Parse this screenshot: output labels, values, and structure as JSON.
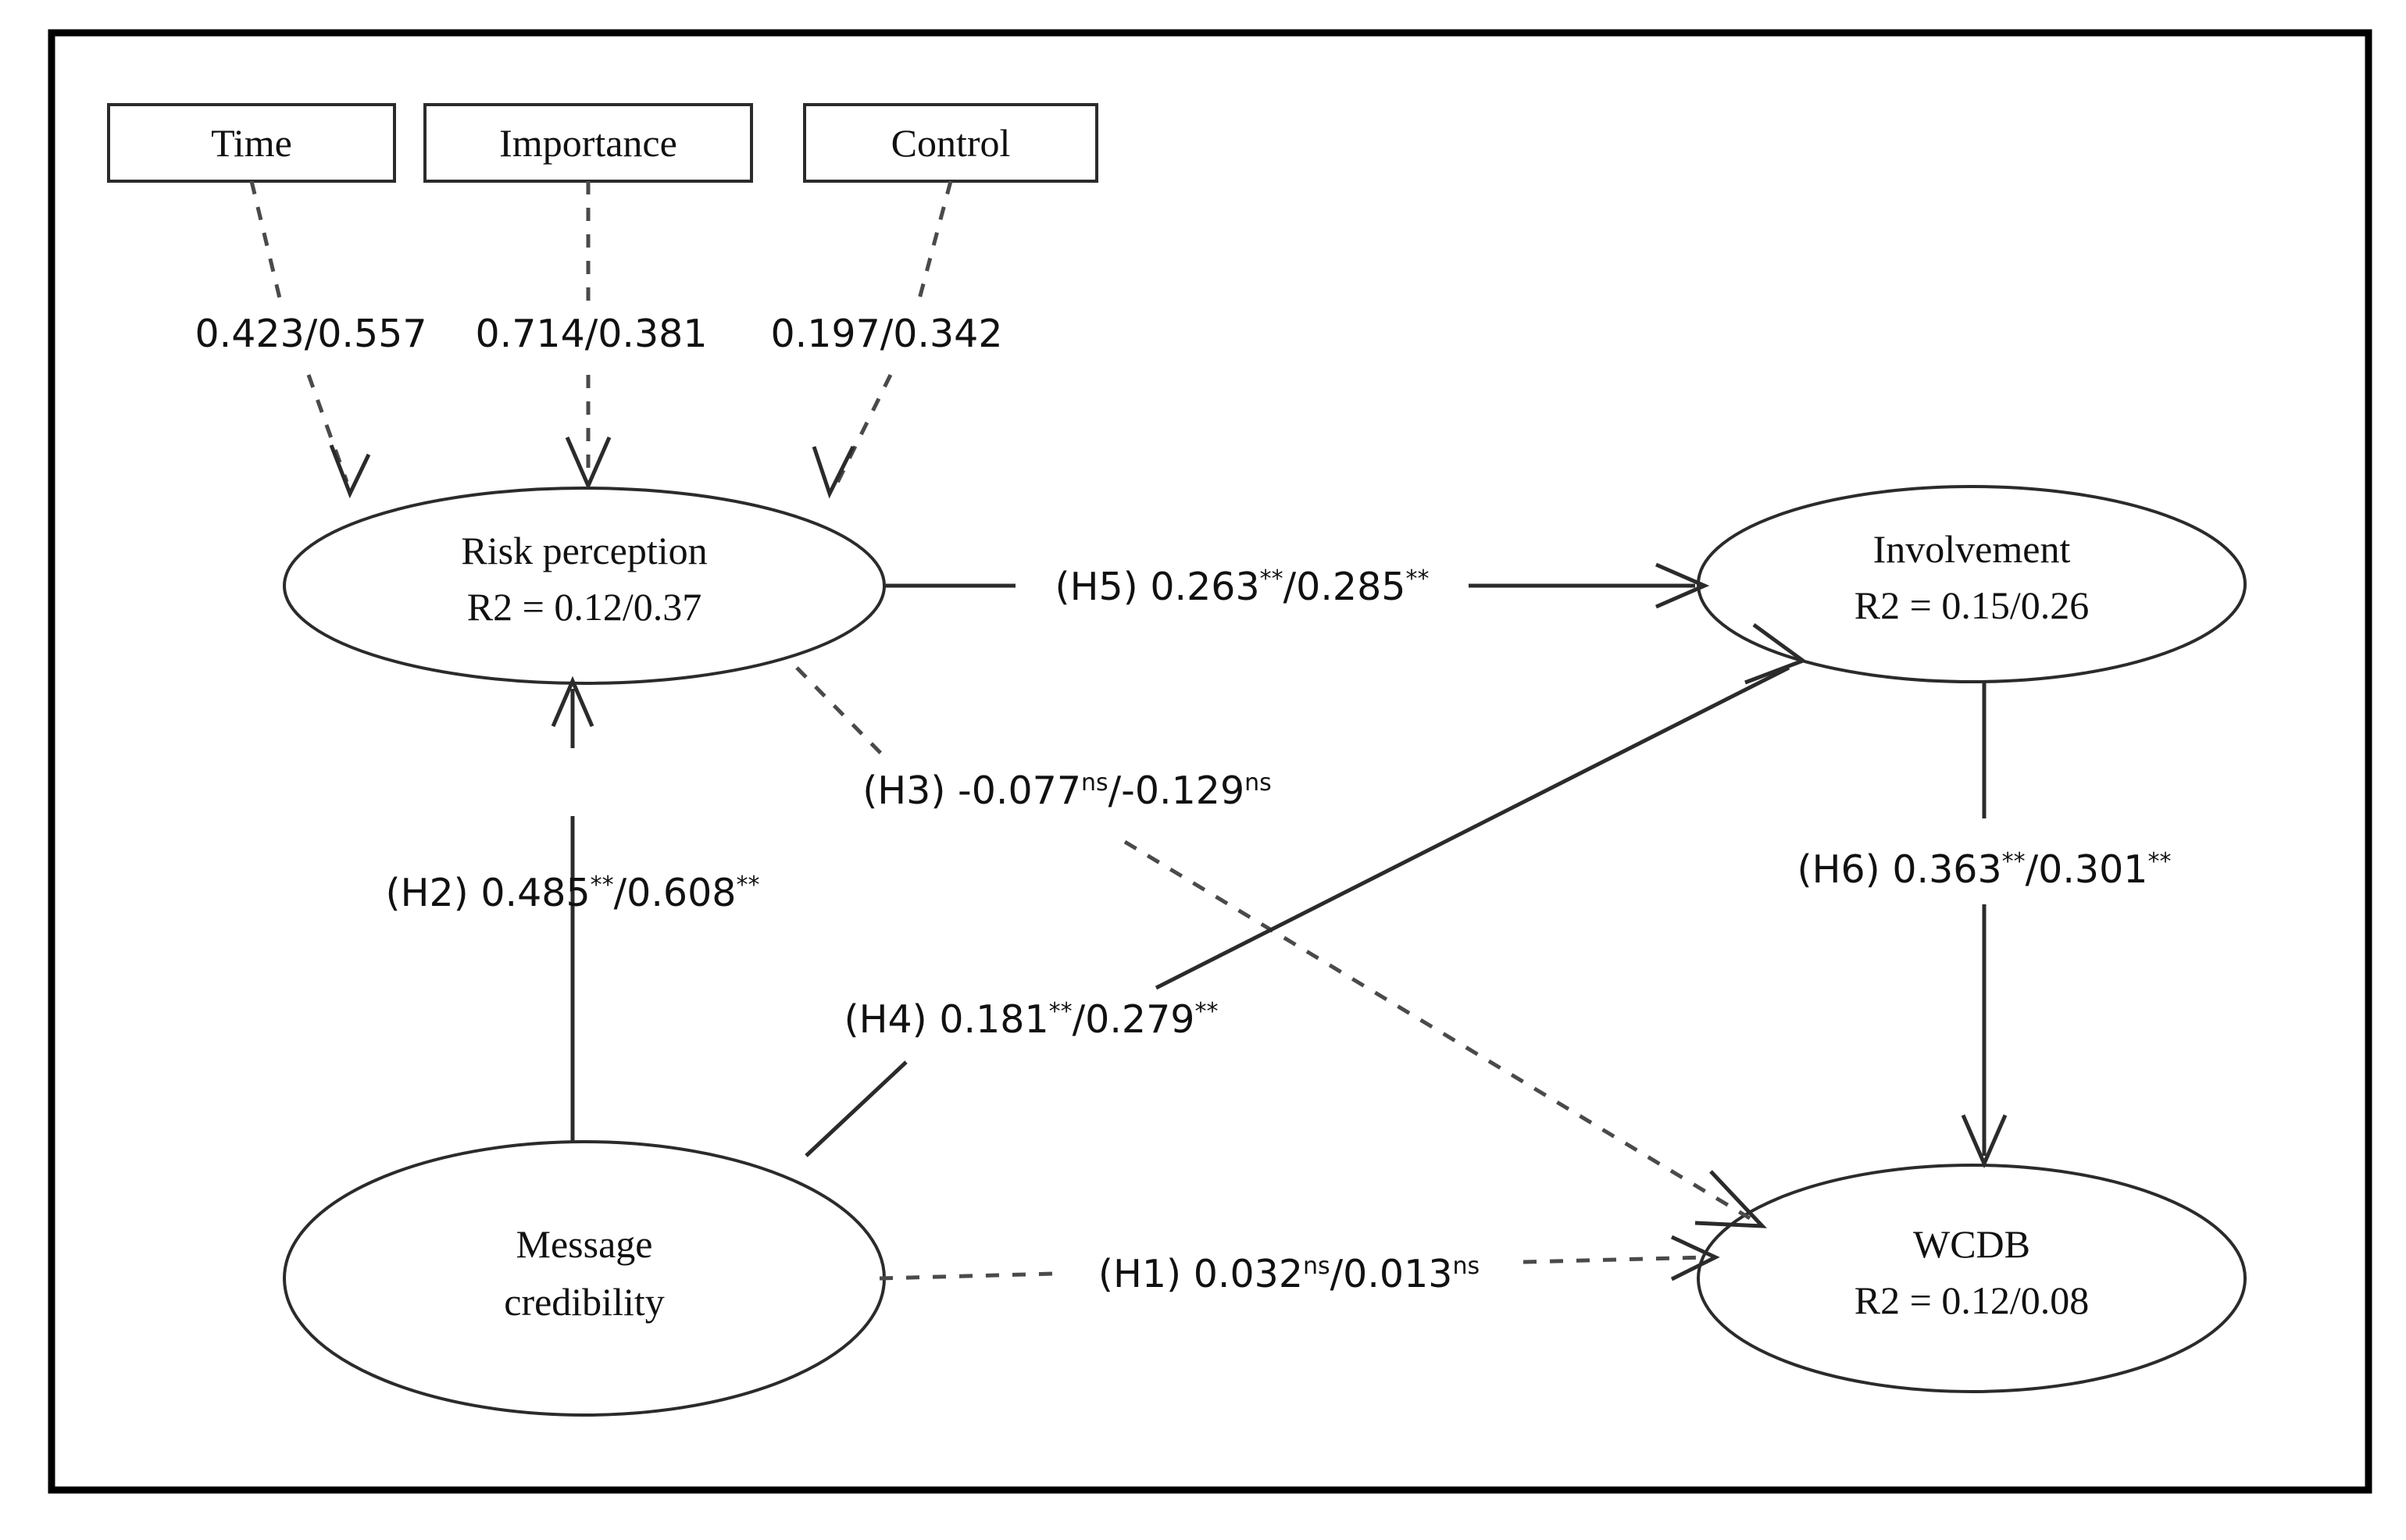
{
  "diagram": {
    "type": "path-model",
    "nodes": {
      "time": {
        "label": "Time",
        "shape": "rectangle"
      },
      "importance": {
        "label": "Importance",
        "shape": "rectangle"
      },
      "control": {
        "label": "Control",
        "shape": "rectangle"
      },
      "risk_perception": {
        "label": "Risk perception",
        "r2": "R2 = 0.12/0.37",
        "shape": "ellipse"
      },
      "involvement": {
        "label": "Involvement",
        "r2": "R2 = 0.15/0.26",
        "shape": "ellipse"
      },
      "message_credibility": {
        "label_line1": "Message",
        "label_line2": "credibility",
        "shape": "ellipse"
      },
      "wcdb": {
        "label": "WCDB",
        "r2": "R2 = 0.12/0.08",
        "shape": "ellipse"
      }
    },
    "loadings": {
      "time": "0.423/0.557",
      "importance": "0.714/0.381",
      "control": "0.197/0.342"
    },
    "paths": {
      "h1": {
        "hypothesis": "(H1)",
        "coef1": "0.032",
        "sup1": "ns",
        "sep": "/",
        "coef2": "0.013",
        "sup2": "ns",
        "from": "Message credibility",
        "to": "WCDB",
        "style": "dashed"
      },
      "h2": {
        "hypothesis": "(H2)",
        "coef1": "0.485",
        "sup1": "**",
        "sep": "/",
        "coef2": "0.608",
        "sup2": "**",
        "from": "Message credibility",
        "to": "Risk perception",
        "style": "solid"
      },
      "h3": {
        "hypothesis": "(H3)",
        "coef1": "-0.077",
        "sup1": "ns",
        "sep": "/",
        "coef2": "-0.129",
        "sup2": "ns",
        "from": "Risk perception",
        "to": "WCDB",
        "style": "dashed"
      },
      "h4": {
        "hypothesis": "(H4)",
        "coef1": "0.181",
        "sup1": "**",
        "sep": "/",
        "coef2": "0.279",
        "sup2": "**",
        "from": "Message credibility",
        "to": "Involvement",
        "style": "solid"
      },
      "h5": {
        "hypothesis": "(H5)",
        "coef1": "0.263",
        "sup1": "**",
        "sep": "/",
        "coef2": "0.285",
        "sup2": "**",
        "from": "Risk perception",
        "to": "Involvement",
        "style": "solid"
      },
      "h6": {
        "hypothesis": "(H6)",
        "coef1": "0.363",
        "sup1": "**",
        "sep": "/",
        "coef2": "0.301",
        "sup2": "**",
        "from": "Involvement",
        "to": "WCDB",
        "style": "solid"
      }
    },
    "colors": {
      "stroke": "#2b2b2b",
      "frame": "#000000",
      "text": "#111111",
      "background": "#ffffff"
    }
  }
}
